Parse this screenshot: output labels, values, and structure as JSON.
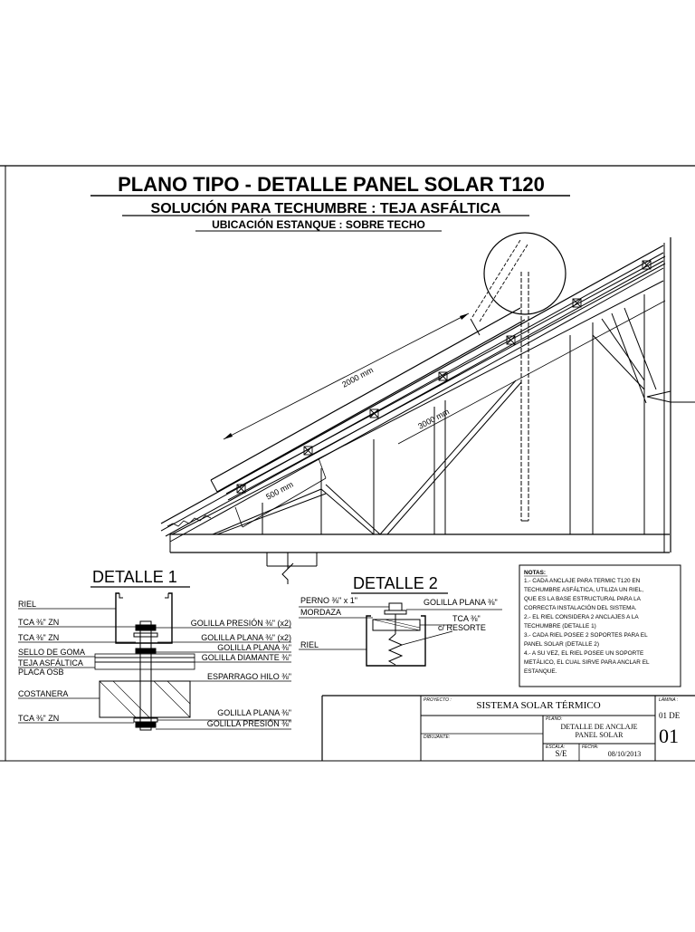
{
  "header": {
    "title": "PLANO TIPO - DETALLE PANEL SOLAR T120",
    "subtitle": "SOLUCIÓN PARA TECHUMBRE : TEJA ASFÁLTICA",
    "location": "UBICACIÓN ESTANQUE : SOBRE TECHO"
  },
  "dimensions": {
    "panel_length": "2000 mm",
    "roof_length": "3000 mm",
    "spacing": "500 mm"
  },
  "detalle1": {
    "title": "DETALLE 1",
    "left_labels": [
      "RIEL",
      "TCA ⅜\" ZN",
      "TCA ⅜\" ZN",
      "SELLO DE GOMA",
      "TEJA ASFÁLTICA",
      "PLACA OSB",
      "COSTANERA",
      "TCA ⅜\" ZN"
    ],
    "right_labels": [
      "GOLILLA PRESIÓN ⅜\" (x2)",
      "GOLILLA PLANA ⅜\" (x2)",
      "GOLILLA PLANA ⅜\"",
      "GOLILLA DIAMANTE ⅜\"",
      "ESPARRAGO HILO ⅜\"",
      "GOLILLA PLANA ⅜\"",
      "GOLILLA PRESIÓN ⅜\""
    ]
  },
  "detalle2": {
    "title": "DETALLE 2",
    "left_labels": [
      "PERNO ⅜\" x 1\"",
      "MORDAZA",
      "RIEL"
    ],
    "right_labels": [
      "GOLILLA PLANA ⅜\"",
      "TCA ⅜\"",
      "c/ RESORTE"
    ]
  },
  "notes": {
    "heading": "NOTAS:",
    "lines": [
      "1.- CADA ANCLAJE PARA TERMIC T120 EN",
      "TECHUMBRE ASFÁLTICA, UTILIZA UN RIEL,",
      "QUE ES LA BASE ESTRUCTURAL PARA LA",
      "CORRECTA INSTALACIÓN DEL SISTEMA.",
      "2.- EL RIEL CONSIDERA 2 ANCLAJES A LA",
      "TECHUMBRE (DETALLE 1)",
      "3.- CADA RIEL POSEE 2 SOPORTES PARA EL",
      "PANEL SOLAR (DETALLE 2)",
      "4.- A SU VEZ, EL RIEL POSEE UN SOPORTE",
      "METÁLICO, EL CUAL SIRVE PARA ANCLAR EL",
      "ESTANQUE."
    ]
  },
  "title_block": {
    "proyecto_label": "PROYECTO :",
    "proyecto": "SISTEMA SOLAR TÉRMICO",
    "lamina_label": "LÁMINA :",
    "plano_label": "PLANO:",
    "plano": [
      "DETALLE DE ANCLAJE",
      "PANEL SOLAR"
    ],
    "dibujante_label": "DIBUJANTE:",
    "escala_label": "ESCALA:",
    "escala": "S/E",
    "fecha_label": "FECHA:",
    "fecha": "08/10/2013",
    "sheet_of": "01 DE",
    "sheet_big": "01"
  }
}
